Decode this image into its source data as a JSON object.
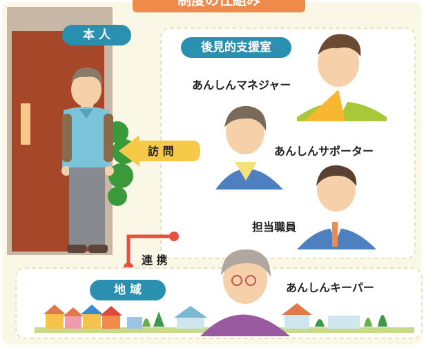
{
  "title": "制度の仕組み",
  "person": {
    "label": "本 人"
  },
  "support": {
    "label": "後見的支援室",
    "roles": [
      "あんしんマネジャー",
      "あんしんサポーター",
      "担当職員"
    ]
  },
  "visit": {
    "label": "訪 問"
  },
  "link": {
    "label": "連 携"
  },
  "region": {
    "label": "地 域",
    "keeper": "あんしんキーパー"
  },
  "colors": {
    "accent": "#f08a4a",
    "pill": "#2b8fb0",
    "visit_arrow": "#f7c948",
    "connector": "#e94f3c",
    "door": "#a6472a",
    "ground": "#c7d98a"
  }
}
